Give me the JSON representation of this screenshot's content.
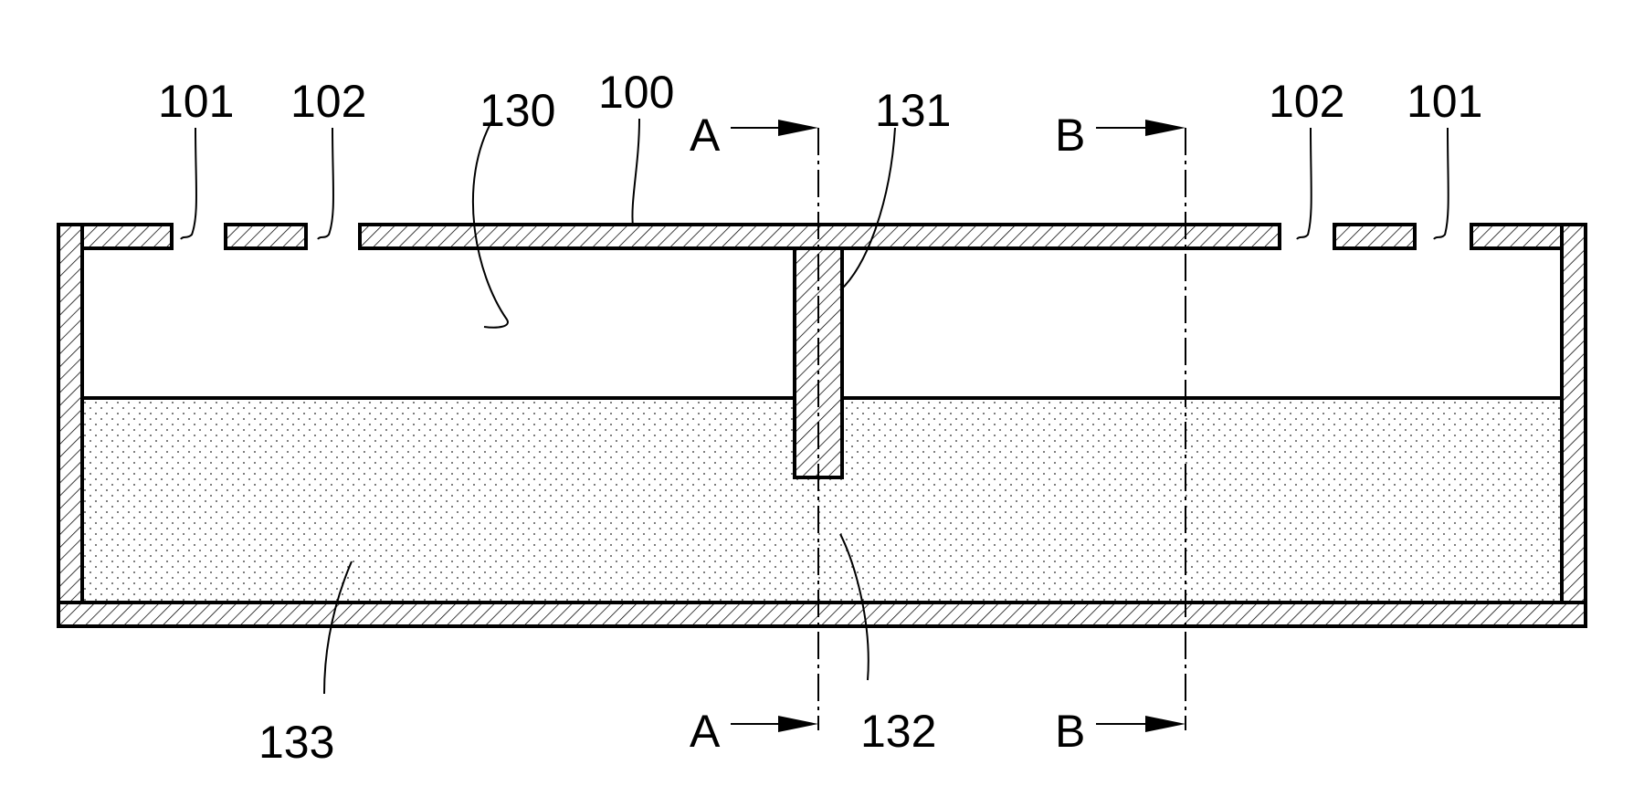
{
  "labels": {
    "vent_outer_left": "101",
    "vent_inner_left": "102",
    "space_upper": "130",
    "top_plate": "100",
    "partition": "131",
    "vent_inner_right": "102",
    "vent_outer_right": "101",
    "lower_zone_left": "133",
    "lower_zone_center": "132"
  },
  "sections": {
    "a_top": "A",
    "a_bottom": "A",
    "b_top": "B",
    "b_bottom": "B"
  }
}
